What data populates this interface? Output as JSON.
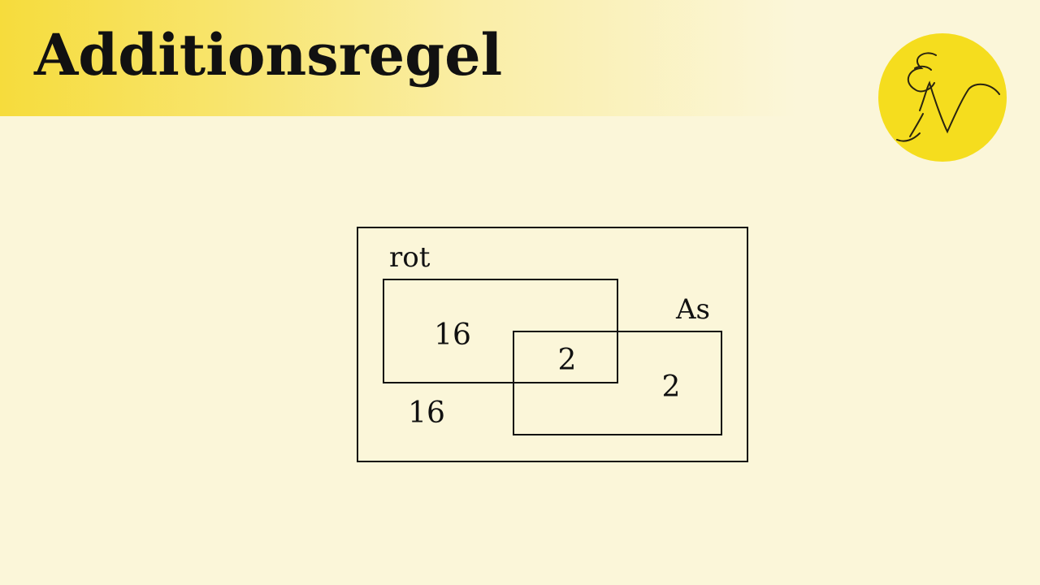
{
  "title": "Additionsregel",
  "logo": {
    "icon": "monogram-logo-icon",
    "letters": "EN",
    "color": "#f5dd1e"
  },
  "diagram": {
    "set_a_label": "rot",
    "set_b_label": "As",
    "only_a_value": "16",
    "intersection_value": "2",
    "only_b_value": "2",
    "outside_value": "16"
  },
  "colors": {
    "background": "#fbf6d9",
    "accent": "#f6dc3c",
    "stroke": "#111111"
  }
}
